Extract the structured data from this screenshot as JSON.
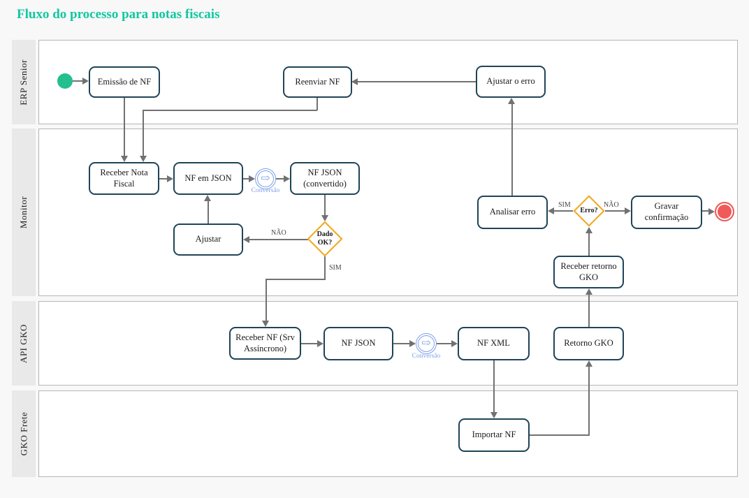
{
  "title": "Fluxo do processo para notas fiscais",
  "lanes": {
    "erp": "ERP Senior",
    "monitor": "Monitor",
    "api_gko": "API GKO",
    "gko_frete": "GKO Frete"
  },
  "nodes": {
    "emissao_nf": "Emissão de NF",
    "reenviar_nf": "Reenviar NF",
    "ajustar_o_erro": "Ajustar o erro",
    "receber_nota_fiscal": "Receber Nota Fiscal",
    "nf_em_json": "NF em JSON",
    "nf_json_convertido": "NF JSON (convertido)",
    "ajustar": "Ajustar",
    "analisar_erro": "Analisar erro",
    "gravar_confirmacao": "Gravar confirmação",
    "receber_retorno_gko": "Receber retorno GKO",
    "receber_nf_srv": "Receber NF (Srv Assíncrono)",
    "nf_json": "NF JSON",
    "nf_xml": "NF XML",
    "retorno_gko": "Retorno GKO",
    "importar_nf": "Importar NF"
  },
  "gateways": {
    "dado_ok": "Dado OK?",
    "erro": "Erro?"
  },
  "edge_labels": {
    "nao_dado": "NÃO",
    "sim_dado": "SIM",
    "sim_erro": "SIM",
    "nao_erro": "NÃO",
    "conversao_1": "Conversão",
    "conversao_2": "Conversão"
  },
  "colors": {
    "title_color": "#12c7a0",
    "node_border": "#1f4457",
    "connector": "#717171",
    "start_fill": "#23bf8e",
    "end_fill": "#ef5a5a",
    "gateway_border": "#f2a71b",
    "conversion_blue": "#7da0ea",
    "lane_strip_bg": "#e9e9e9",
    "lane_border": "#b5b5b5",
    "canvas_bg": "#f8f8f8"
  }
}
